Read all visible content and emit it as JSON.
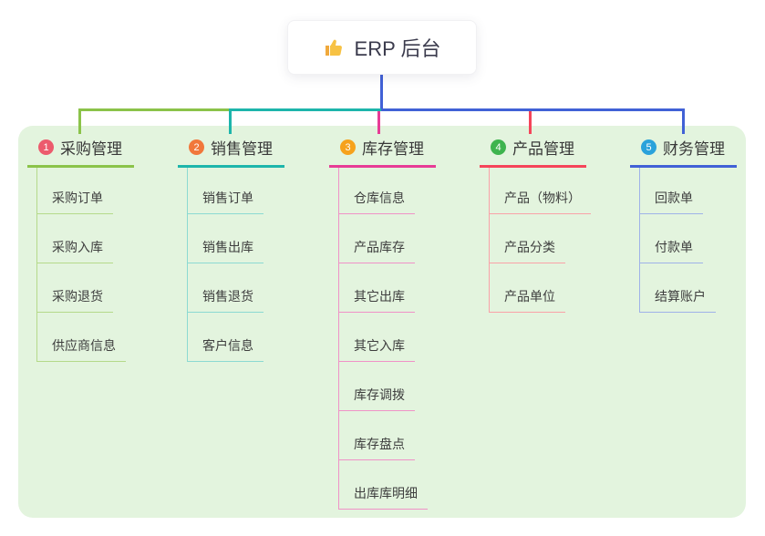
{
  "root": {
    "icon_name": "thumbs-up-icon",
    "label": "ERP 后台"
  },
  "colors": {
    "panel_bg": "#e3f4de",
    "root_line": "#4161d6",
    "text": "#3e3e3e",
    "thumb_gold": "#f7c244"
  },
  "branches": [
    {
      "num": "1",
      "label": "采购管理",
      "badge_color": "#ec5b6d",
      "line_color": "#8bc34a",
      "light_color": "#b5da8a",
      "children": [
        "采购订单",
        "采购入库",
        "采购退货",
        "供应商信息"
      ]
    },
    {
      "num": "2",
      "label": "销售管理",
      "badge_color": "#f1773b",
      "line_color": "#1db5ab",
      "light_color": "#8cdad2",
      "children": [
        "销售订单",
        "销售出库",
        "销售退货",
        "客户信息"
      ]
    },
    {
      "num": "3",
      "label": "库存管理",
      "badge_color": "#f6a21c",
      "line_color": "#e73c96",
      "light_color": "#f092c7",
      "children": [
        "仓库信息",
        "产品库存",
        "其它出库",
        "其它入库",
        "库存调拨",
        "库存盘点",
        "出库库明细"
      ]
    },
    {
      "num": "4",
      "label": "产品管理",
      "badge_color": "#3eb44e",
      "line_color": "#f5455a",
      "light_color": "#f9a2a8",
      "children": [
        "产品（物料）",
        "产品分类",
        "产品单位"
      ]
    },
    {
      "num": "5",
      "label": "财务管理",
      "badge_color": "#2aa2db",
      "line_color": "#4161d6",
      "light_color": "#9fb2e8",
      "children": [
        "回款单",
        "付款单",
        "结算账户"
      ]
    }
  ]
}
